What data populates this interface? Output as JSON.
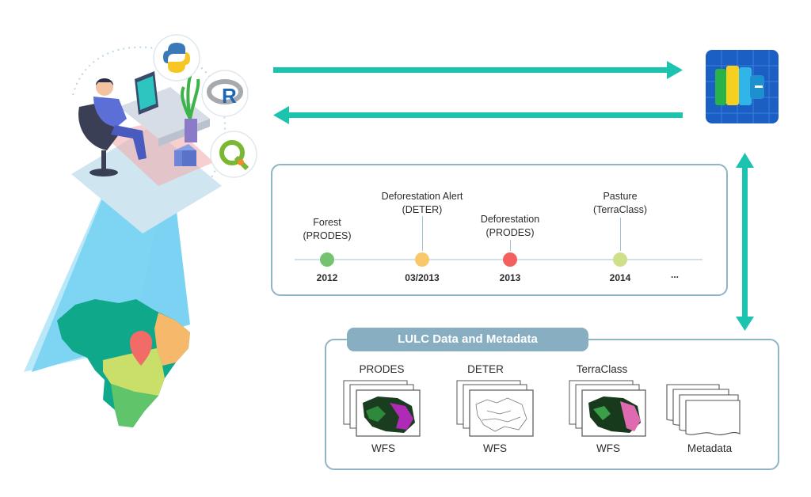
{
  "timeline": {
    "events": [
      {
        "label_line1": "Forest",
        "label_line2": "(PRODES)",
        "date": "2012",
        "color": "#76c270"
      },
      {
        "label_line1": "Deforestation Alert",
        "label_line2": "(DETER)",
        "date": "03/2013",
        "color": "#f8c86a"
      },
      {
        "label_line1": "Deforestation",
        "label_line2": "(PRODES)",
        "date": "2013",
        "color": "#f46060"
      },
      {
        "label_line1": "Pasture",
        "label_line2": "(TerraClass)",
        "date": "2014",
        "color": "#cfe08a"
      }
    ],
    "ellipsis": "..."
  },
  "lulc": {
    "header": "LULC Data and Metadata",
    "datasets": [
      {
        "name": "PRODES",
        "service": "WFS"
      },
      {
        "name": "DETER",
        "service": "WFS"
      },
      {
        "name": "TerraClass",
        "service": "WFS"
      }
    ],
    "metadata_label": "Metadata"
  },
  "icons": [
    "python-icon",
    "r-icon",
    "qgis-icon",
    "brazil-map",
    "location-pin-icon",
    "server-stack-icon",
    "user-at-desk-illustration"
  ],
  "colors": {
    "arrow": "#1cc4b0",
    "frame": "#8fb4c3",
    "header": "#88aec2",
    "timeline_line": "#cfe2ea"
  }
}
